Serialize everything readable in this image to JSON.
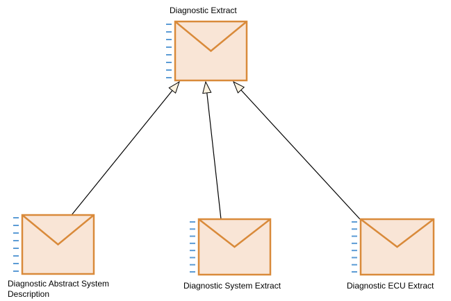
{
  "diagram": {
    "nodes": [
      {
        "id": "diagnostic-extract",
        "label": "Diagnostic Extract",
        "icon": "envelope-icon"
      },
      {
        "id": "diagnostic-abstract-system-description",
        "label": "Diagnostic Abstract System Description",
        "icon": "envelope-icon"
      },
      {
        "id": "diagnostic-system-extract",
        "label": "Diagnostic System Extract",
        "icon": "envelope-icon"
      },
      {
        "id": "diagnostic-ecu-extract",
        "label": "Diagnostic ECU Extract",
        "icon": "envelope-icon"
      }
    ],
    "edges": [
      {
        "from": "diagnostic-abstract-system-description",
        "to": "diagnostic-extract",
        "type": "generalization"
      },
      {
        "from": "diagnostic-system-extract",
        "to": "diagnostic-extract",
        "type": "generalization"
      },
      {
        "from": "diagnostic-ecu-extract",
        "to": "diagnostic-extract",
        "type": "generalization"
      }
    ],
    "colors": {
      "node_fill": "#f9e5d6",
      "node_stroke": "#d98a3a",
      "dash_marks": "#5b9bd5",
      "arrow_fill": "#fdf3e0",
      "line": "#000000"
    }
  }
}
